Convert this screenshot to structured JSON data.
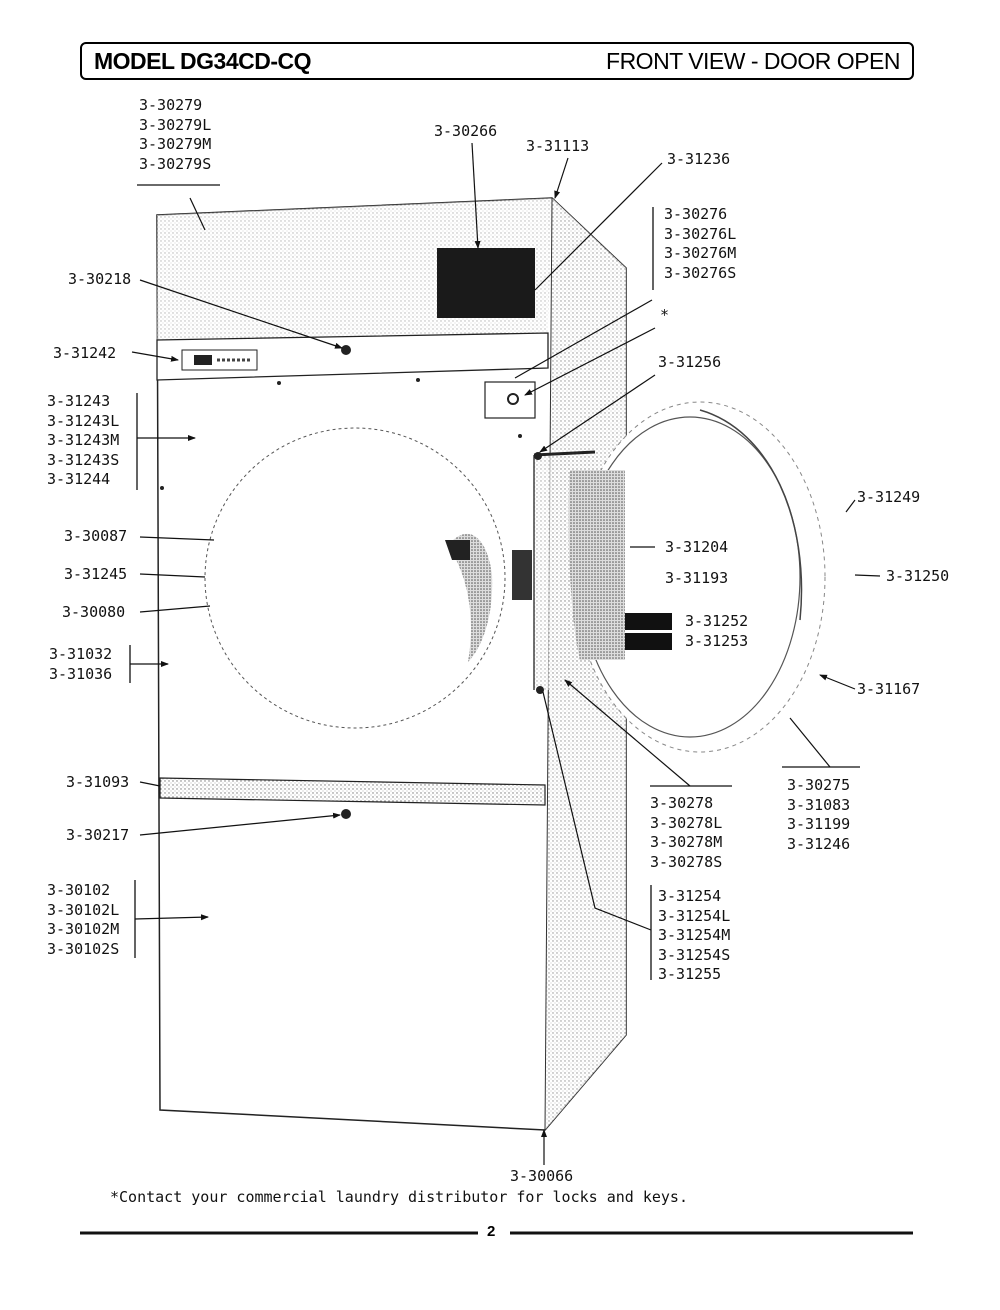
{
  "header": {
    "model": "MODEL DG34CD-CQ",
    "view": "FRONT VIEW - DOOR OPEN"
  },
  "callouts": [
    {
      "id": "top-panel",
      "lines": [
        "3-30279",
        "3-30279L",
        "3-30279M",
        "3-30279S"
      ]
    },
    {
      "id": "control-window",
      "lines": [
        "3-30266"
      ]
    },
    {
      "id": "top-corner",
      "lines": [
        "3-31113"
      ]
    },
    {
      "id": "window-glass",
      "lines": [
        "3-31236"
      ]
    },
    {
      "id": "upper-panel",
      "lines": [
        "3-30276",
        "3-30276L",
        "3-30276M",
        "3-30276S"
      ]
    },
    {
      "id": "lock",
      "lines": [
        "*"
      ]
    },
    {
      "id": "screw-top",
      "lines": [
        "3-30218"
      ]
    },
    {
      "id": "nameplate",
      "lines": [
        "3-31242"
      ]
    },
    {
      "id": "hinge",
      "lines": [
        "3-31256"
      ]
    },
    {
      "id": "front-panel",
      "lines": [
        "3-31243",
        "3-31243L",
        "3-31243M",
        "3-31243S",
        "3-31244"
      ]
    },
    {
      "id": "door-ring",
      "lines": [
        "3-31249"
      ]
    },
    {
      "id": "door-glass",
      "lines": [
        "3-31204"
      ]
    },
    {
      "id": "door-gasket",
      "lines": [
        "3-31193"
      ]
    },
    {
      "id": "door-outer",
      "lines": [
        "3-31250"
      ]
    },
    {
      "id": "door-seal",
      "lines": [
        "3-30087"
      ]
    },
    {
      "id": "door-opening",
      "lines": [
        "3-31245"
      ]
    },
    {
      "id": "door-frame",
      "lines": [
        "3-30080"
      ]
    },
    {
      "id": "door-liner-a",
      "lines": [
        "3-31252"
      ]
    },
    {
      "id": "door-liner-b",
      "lines": [
        "3-31253"
      ]
    },
    {
      "id": "side-trim",
      "lines": [
        "3-31032",
        "3-31036"
      ]
    },
    {
      "id": "door-rim",
      "lines": [
        "3-31167"
      ]
    },
    {
      "id": "door-assembly",
      "lines": [
        "3-30275",
        "3-31083",
        "3-31199",
        "3-31246"
      ]
    },
    {
      "id": "lint-trim",
      "lines": [
        "3-31093"
      ]
    },
    {
      "id": "hinge-panel",
      "lines": [
        "3-30278",
        "3-30278L",
        "3-30278M",
        "3-30278S"
      ]
    },
    {
      "id": "screw-bottom",
      "lines": [
        "3-30217"
      ]
    },
    {
      "id": "lower-panel",
      "lines": [
        "3-30102",
        "3-30102L",
        "3-30102M",
        "3-30102S"
      ]
    },
    {
      "id": "hinge-cover",
      "lines": [
        "3-31254",
        "3-31254L",
        "3-31254M",
        "3-31254S",
        "3-31255"
      ]
    },
    {
      "id": "base",
      "lines": [
        "3-30066"
      ]
    }
  ],
  "footnote": "*Contact your commercial laundry distributor for locks and keys.",
  "page_number": "2",
  "colors": {
    "ink": "#111111",
    "paper": "#ffffff",
    "shade": "#9a9a9a"
  }
}
